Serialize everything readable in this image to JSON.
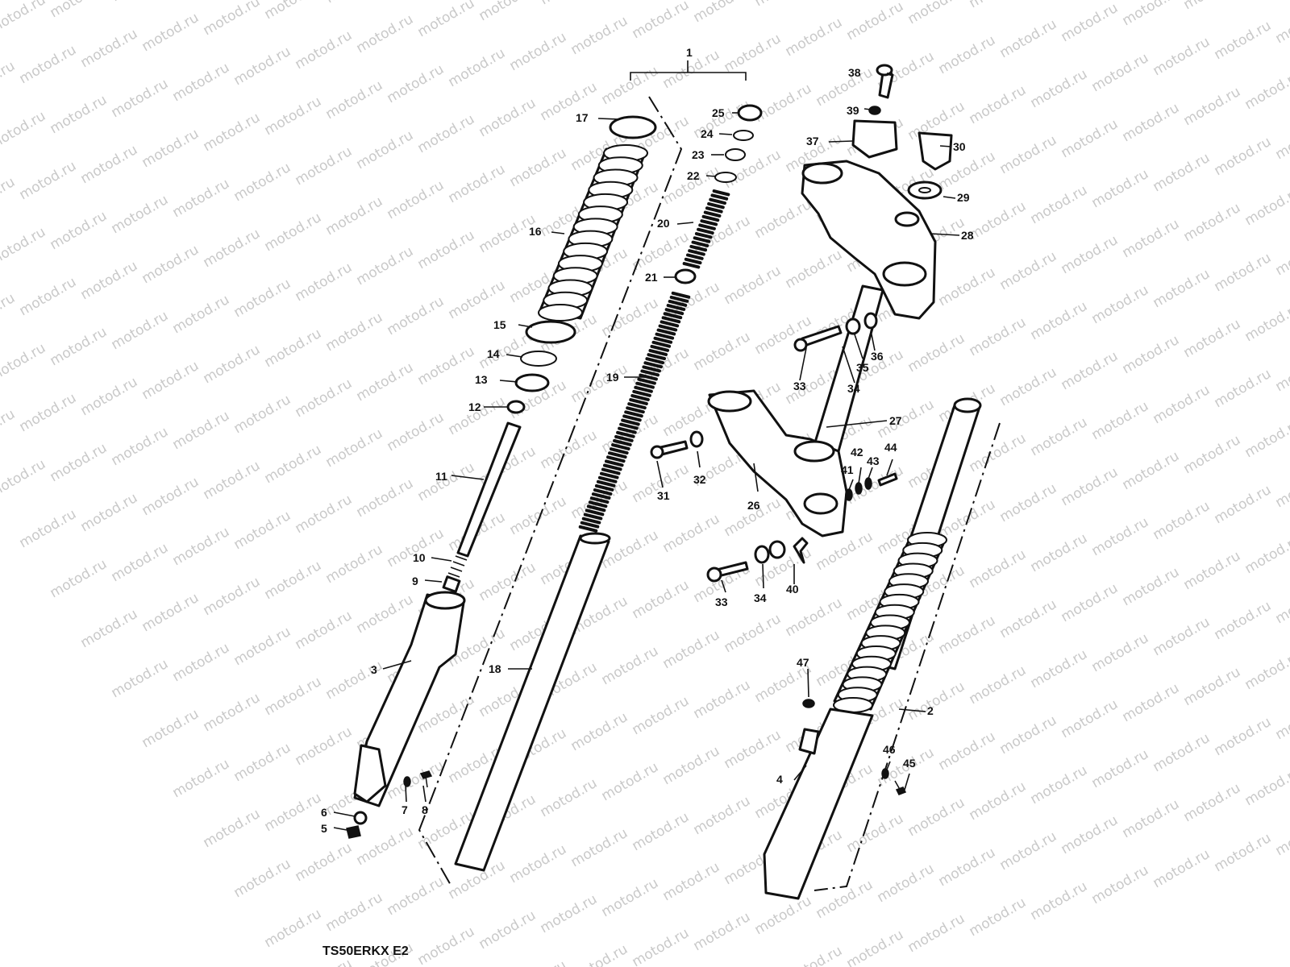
{
  "watermark": {
    "text": "motod.ru"
  },
  "caption": "TS50ERKX E2",
  "callouts": {
    "c1": "1",
    "c2": "2",
    "c3": "3",
    "c4": "4",
    "c5": "5",
    "c6": "6",
    "c7": "7",
    "c8": "8",
    "c9": "9",
    "c10": "10",
    "c11": "11",
    "c12": "12",
    "c13": "13",
    "c14": "14",
    "c15": "15",
    "c16": "16",
    "c17": "17",
    "c18": "18",
    "c19": "19",
    "c20": "20",
    "c21": "21",
    "c22": "22",
    "c23": "23",
    "c24": "24",
    "c25": "25",
    "c26": "26",
    "c27": "27",
    "c28": "28",
    "c29": "29",
    "c30": "30",
    "c31": "31",
    "c32": "32",
    "c33": "33",
    "c34": "34",
    "c35": "35",
    "c36": "36",
    "c37": "37",
    "c38": "38",
    "c39": "39",
    "c40": "40",
    "c41": "41",
    "c42": "42",
    "c43": "43",
    "c44": "44",
    "c45": "45",
    "c46": "46",
    "c47": "47"
  }
}
